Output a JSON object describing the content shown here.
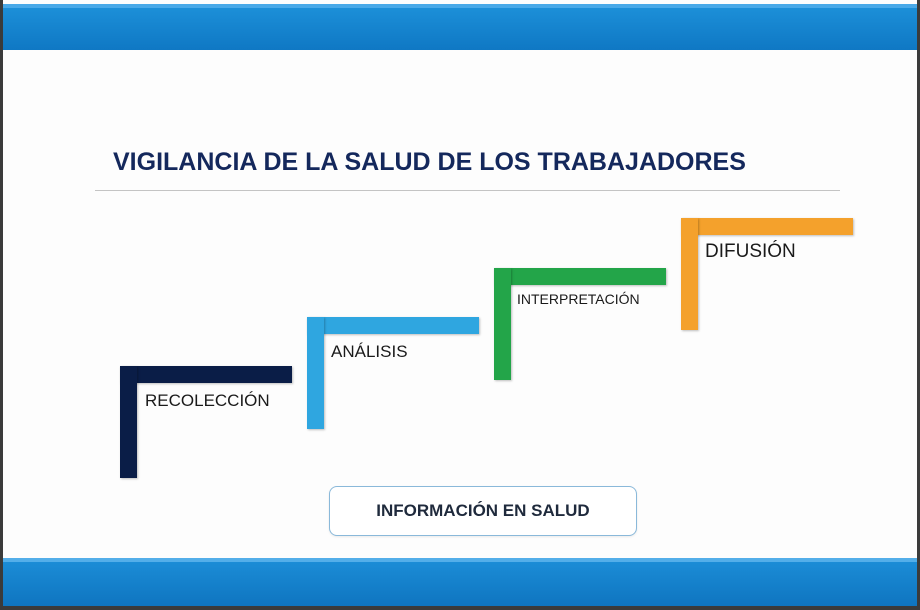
{
  "title": "VIGILANCIA DE LA SALUD DE LOS TRABAJADORES",
  "steps": [
    {
      "label": "RECOLECCIÓN",
      "color": "#0a1d47"
    },
    {
      "label": "ANÁLISIS",
      "color": "#2fa6e0"
    },
    {
      "label": "INTERPRETACIÓN",
      "color": "#23a549"
    },
    {
      "label": "DIFUSIÓN",
      "color": "#f4a12c"
    }
  ],
  "arrow_color": "#3aa6dd",
  "footer_box": {
    "label": "INFORMACIÓN EN SALUD"
  },
  "theme": {
    "band_color": "#1583cc"
  }
}
